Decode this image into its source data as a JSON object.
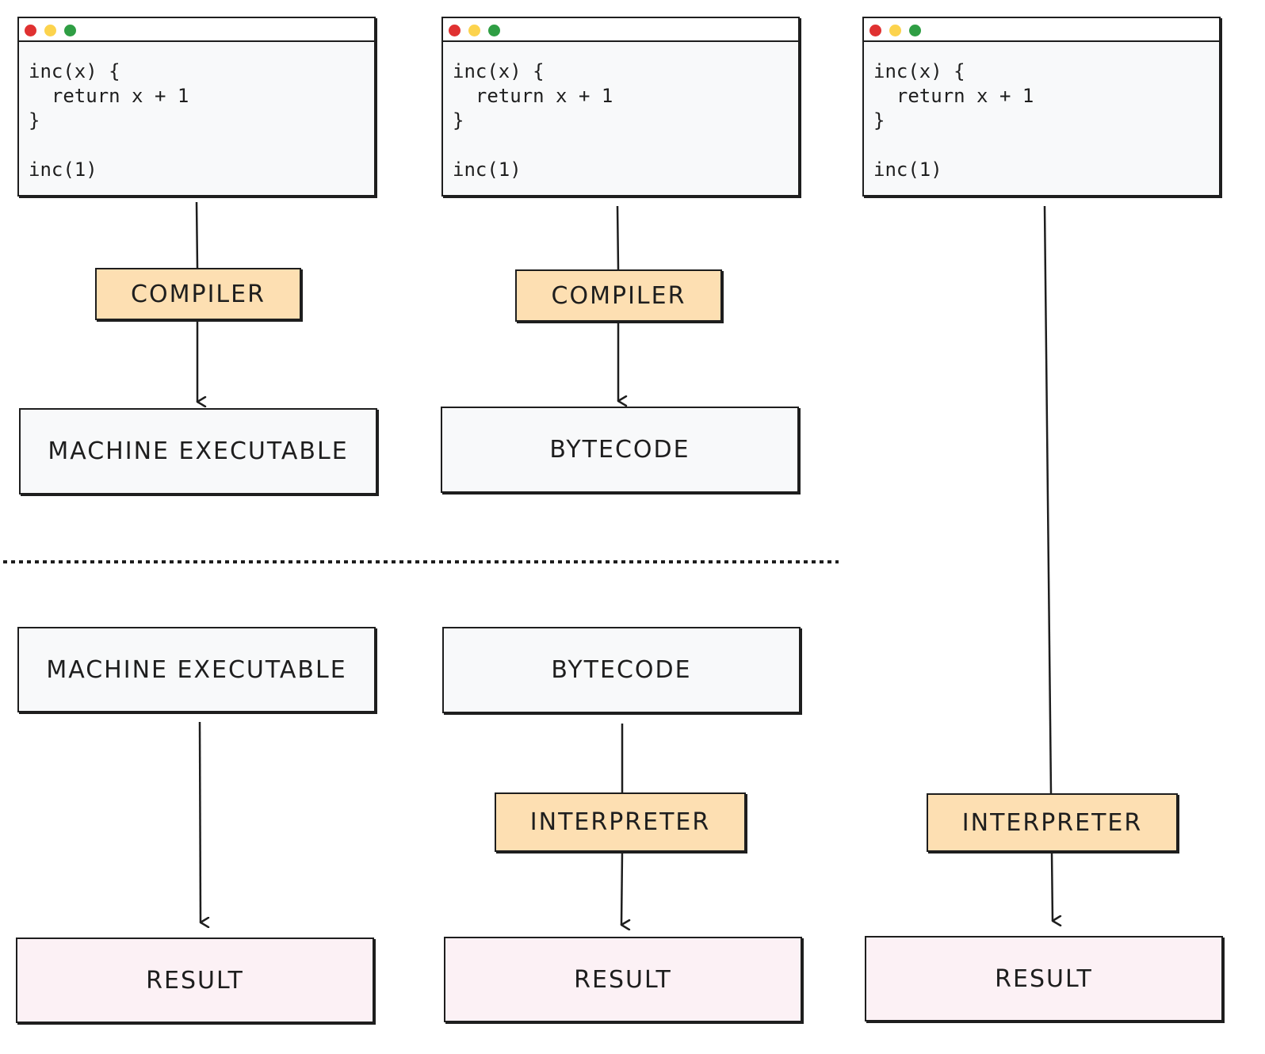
{
  "code_windows": [
    {
      "lines": [
        "inc(x) {",
        "  return x + 1",
        "}",
        "",
        "inc(1)"
      ]
    },
    {
      "lines": [
        "inc(x) {",
        "  return x + 1",
        "}",
        "",
        "inc(1)"
      ]
    },
    {
      "lines": [
        "inc(x) {",
        "  return x + 1",
        "}",
        "",
        "inc(1)"
      ]
    }
  ],
  "compile_phase": {
    "compiler_labels": [
      "COMPILER",
      "COMPILER"
    ],
    "outputs": [
      "MACHINE EXECUTABLE",
      "BYTECODE"
    ]
  },
  "run_phase": {
    "inputs": [
      "MACHINE EXECUTABLE",
      "BYTECODE"
    ],
    "interpreter_labels": [
      "INTERPRETER",
      "INTERPRETER"
    ],
    "results": [
      "RESULT",
      "RESULT",
      "RESULT"
    ]
  },
  "colors": {
    "stroke": "#1e1e1e",
    "code_bg": "#f8f9fa",
    "tool_fill": "#fddfb2",
    "result_fill": "#fcf1f5",
    "dot_red": "#e03131",
    "dot_yellow": "#fcd34d",
    "dot_green": "#2f9e44"
  }
}
